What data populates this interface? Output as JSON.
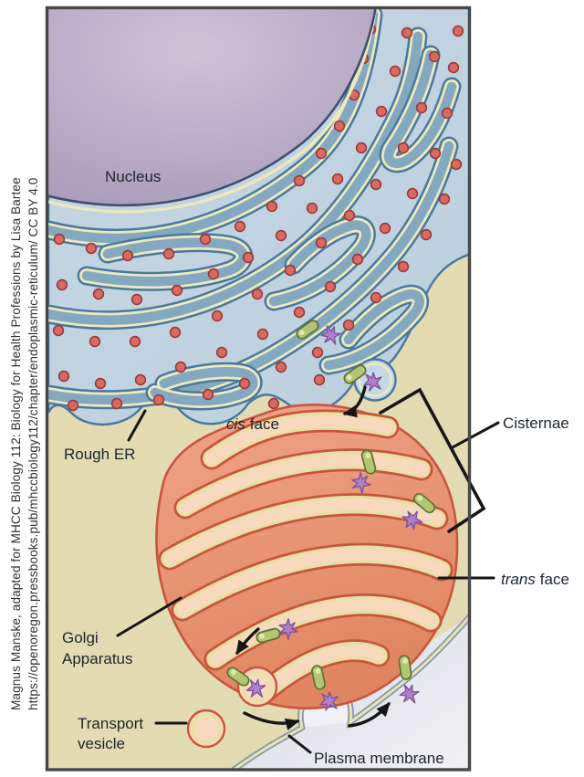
{
  "labels": {
    "nucleus": "Nucleus",
    "rough_er": "Rough ER",
    "cis_face": {
      "italic": "cis",
      "rest": "face"
    },
    "cisternae": "Cisternae",
    "trans_face": {
      "italic": "trans",
      "rest": "face"
    },
    "golgi": {
      "line1": "Golgi",
      "line2": "Apparatus"
    },
    "transport_vesicle": {
      "line1": "Transport",
      "line2": "vesicle"
    },
    "plasma_membrane": "Plasma membrane"
  },
  "attribution": {
    "line1": "Magnus Manske, adapted for MHCC Biology 112: Biology for Health Professions by Lisa Bartee",
    "line2": "https://openoregon.pressbooks.pub/mhccbiology112/chapter/endoplasmic-reticulum/ CC BY 4.0"
  },
  "palette": {
    "frame_border": "#474747",
    "cytoplasm": "#e3dcb2",
    "er_light": "#c6d7e3",
    "er_channel": "#84a8c0",
    "er_channel_dark": "#6e95b0",
    "er_outline": "#49799f",
    "er_cream": "#ece9bd",
    "ribosome_fill": "#d96a62",
    "ribosome_stroke": "#99393c",
    "nucleus_center": "#cfc3d6",
    "nucleus_edge": "#a698b8",
    "nucleus_outline": "#3f4f70",
    "golgi_light": "#efa287",
    "golgi_dark": "#df855f",
    "golgi_outline": "#c8553f",
    "golgi_cream": "#e7e0a2",
    "golgi_lumen": "#f7dabe",
    "vesicle_blue": "#c4d8e7",
    "membrane_gray": "#8699ad",
    "membrane_cream": "#eae4b2",
    "extracellular_light": "#f1f1f5",
    "extracellular_dark": "#d8dae2",
    "protein_green": "#b2c674",
    "protein_green_dark": "#5f7133",
    "protein_highlight": "#dde8ae",
    "receptor_purple": "#b07fc6",
    "receptor_outline": "#7a519c",
    "ink": "#161616",
    "attribution_color": "#303030"
  }
}
